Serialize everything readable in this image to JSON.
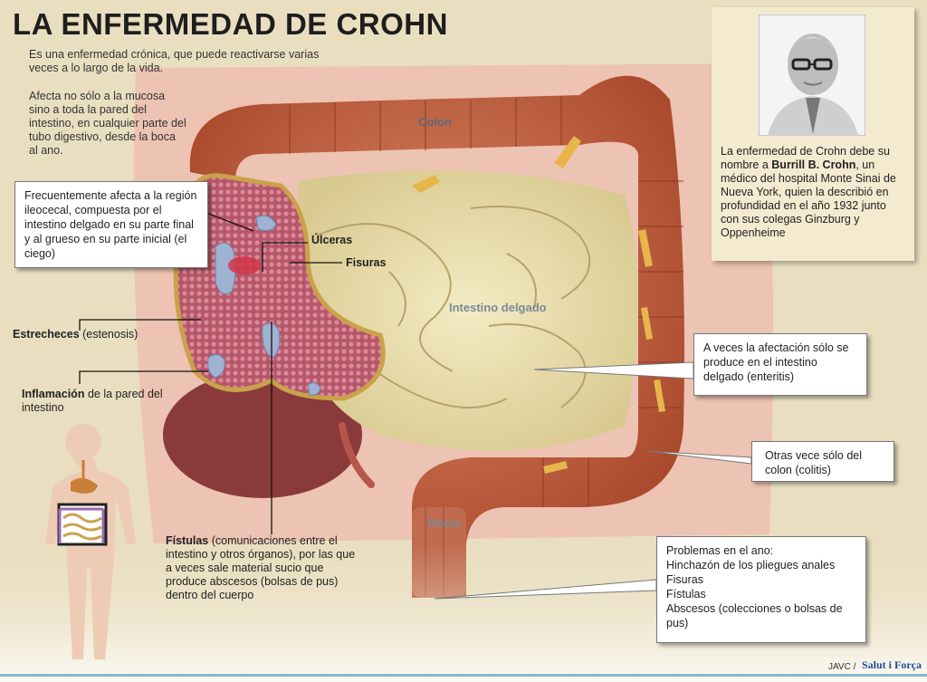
{
  "title": "LA ENFERMEDAD DE CROHN",
  "intro": {
    "p1": "Es una enfermedad crónica, que puede reactivarse varias veces a lo largo de la vida.",
    "p2": "Afecta no sólo a la mucosa sino a toda la pared del intestino, en cualquier parte del tubo digestivo, desde la boca al ano."
  },
  "organ_labels": {
    "colon": "Colon",
    "intestino_delgado": "Intestino delgado",
    "recto": "Recto"
  },
  "callouts": {
    "ileocecal": "Frecuentemente afecta a la región ileocecal, compuesta por el intestino delgado en su parte final y al grueso en su parte inicial (el ciego)",
    "ulceras": "Úlceras",
    "fisuras": "Fisuras",
    "estrecheces_bold": "Estrecheces",
    "estrecheces_rest": " (estenosis)",
    "inflamacion_bold": "Inflamación",
    "inflamacion_rest": " de la pared del intestino",
    "fistulas_bold": "Fístulas",
    "fistulas_rest": " (comunicaciones entre el intestino y otros órganos), por las que a veces sale material sucio que produce abscesos (bolsas de pus) dentro del cuerpo",
    "enteritis": "A veces la afectación sólo se produce en el intestino delgado (enteritis)",
    "colitis": "Otras vece sólo del colon (colitis)",
    "ano_title": "Problemas en el ano:",
    "ano_items": [
      "Hinchazón de los pliegues anales",
      "Fisuras",
      "Fístulas",
      "Abscesos (colecciones o bolsas de pus)"
    ]
  },
  "portrait": {
    "caption_pre": "La enfermedad de Crohn debe su nombre a ",
    "caption_name": "Burrill B. Crohn",
    "caption_post": ", un médico del hospital Monte Sinai de Nueva York, quien la describió en profundidad en el año 1932 junto con sus colegas Ginzburg y Oppenheime"
  },
  "footer": {
    "credit": "JAVC /",
    "brand": "Salut i Força"
  },
  "colors": {
    "background": "#e9dfc0",
    "colon": "#c96a45",
    "small_intestine": "#ecdfae",
    "abdomen": "#edc3b3"
  }
}
